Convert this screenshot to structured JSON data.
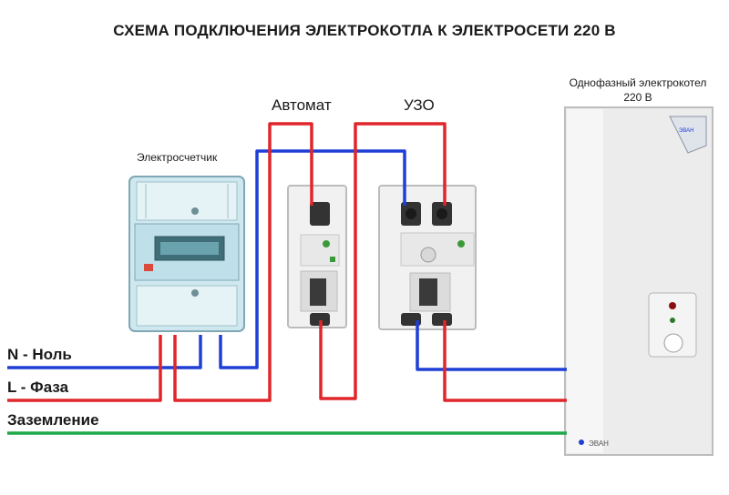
{
  "title": "СХЕМА ПОДКЛЮЧЕНИЯ ЭЛЕКТРОКОТЛА К ЭЛЕКТРОСЕТИ 220 В",
  "devices": {
    "meter": {
      "label": "Электросчетчик"
    },
    "breaker": {
      "label": "Автомат"
    },
    "rcd": {
      "label": "УЗО"
    },
    "boiler": {
      "label_line1": "Однофазный электрокотел",
      "label_line2": "220 В",
      "brand": "ЭВАН"
    }
  },
  "lines": {
    "neutral": "N - Ноль",
    "phase": "L - Фаза",
    "ground": "Заземление"
  },
  "colors": {
    "neutral": "#1f3fd6",
    "phase": "#e0262a",
    "ground": "#1fa84a"
  }
}
